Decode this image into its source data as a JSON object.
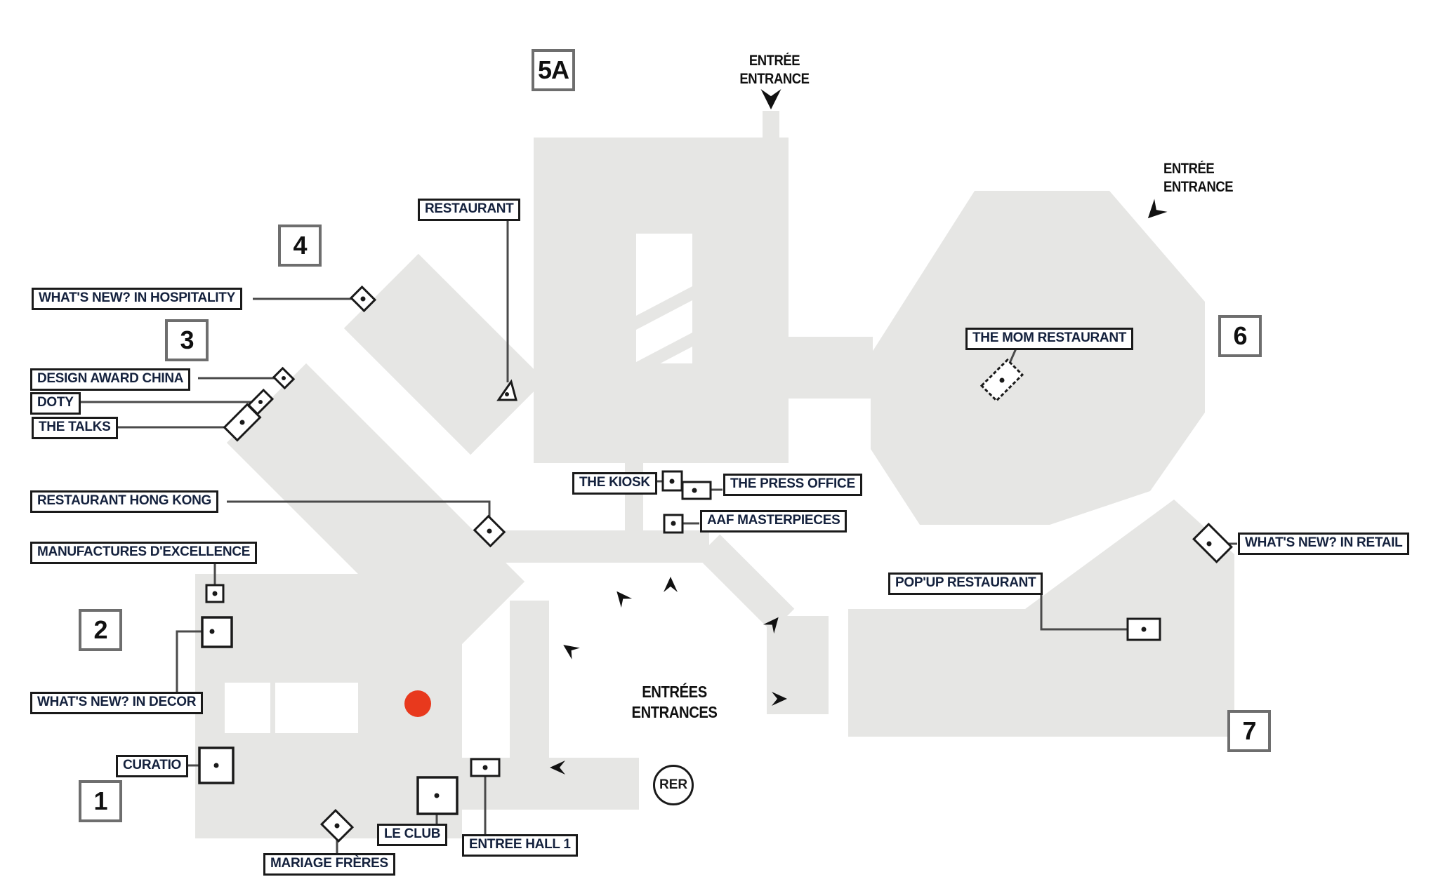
{
  "colors": {
    "hall_fill": "#e6e6e4",
    "connector_line": "#4a4a4a",
    "accent_red": "#e8391d",
    "label_text": "#14213d",
    "outline": "#1a1a1a"
  },
  "hall_badges": {
    "h1": "1",
    "h2": "2",
    "h3": "3",
    "h4": "4",
    "h5a": "5A",
    "h6": "6",
    "h7": "7"
  },
  "labels": {
    "restaurant": "RESTAURANT",
    "hospitality": "WHAT'S NEW? IN HOSPITALITY",
    "design_award": "DESIGN AWARD CHINA",
    "doty": "DOTY",
    "talks": "THE TALKS",
    "hong_kong": "RESTAURANT HONG KONG",
    "manufactures": "MANUFACTURES D'EXCELLENCE",
    "decor": "WHAT'S NEW? IN DECOR",
    "curatio": "CURATIO",
    "mariage": "MARIAGE FRÈRES",
    "le_club": "LE CLUB",
    "entree_hall1": "ENTREE HALL 1",
    "kiosk": "THE KIOSK",
    "press_office": "THE PRESS OFFICE",
    "aaf": "AAF MASTERPIECES",
    "mom_restaurant": "THE MOM RESTAURANT",
    "popup_restaurant": "POP'UP RESTAURANT",
    "retail": "WHAT'S NEW? IN RETAIL"
  },
  "entrances": {
    "top_line1": "ENTRÉE",
    "top_line2": "ENTRANCE",
    "right_line1": "ENTRÉE",
    "right_line2": "ENTRANCE",
    "center_plaza": "ENTRÉES ENTRANCES",
    "rer": "RER"
  }
}
